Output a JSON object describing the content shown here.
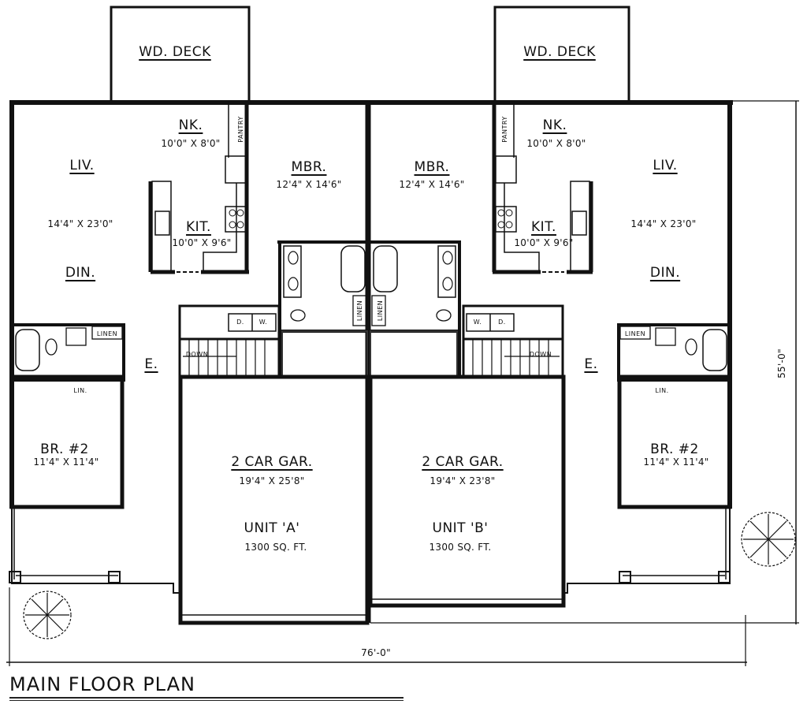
{
  "drawing": {
    "title": "MAIN FLOOR PLAN",
    "overall_width": "76'-0\"",
    "overall_depth": "55'-0\""
  },
  "unit_a": {
    "deck": "WD. DECK",
    "nook": {
      "name": "NK.",
      "size": "10'0\" X 8'0\""
    },
    "pantry": "PANTRY",
    "living": {
      "name": "LIV.",
      "size": "14'4\" X 23'0\""
    },
    "dining": "DIN.",
    "kitchen": {
      "name": "KIT.",
      "size": "10'0\" X 9'6\""
    },
    "master_bedroom": {
      "name": "MBR.",
      "size": "12'4\" X 14'6\""
    },
    "linen_master": "LINEN",
    "laundry": {
      "dryer": "D.",
      "washer": "W."
    },
    "stair": "DOWN",
    "entry": "E.",
    "linen_hall": "LINEN",
    "linen_small": "LIN.",
    "bedroom2": {
      "name": "BR. #2",
      "size": "11'4\" X 11'4\""
    },
    "garage": {
      "name": "2 CAR GAR.",
      "size": "19'4\" X 25'8\""
    },
    "unit": {
      "name": "UNIT 'A'",
      "area": "1300 SQ. FT."
    }
  },
  "unit_b": {
    "deck": "WD. DECK",
    "nook": {
      "name": "NK.",
      "size": "10'0\" X 8'0\""
    },
    "pantry": "PANTRY",
    "living": {
      "name": "LIV.",
      "size": "14'4\" X 23'0\""
    },
    "dining": "DIN.",
    "kitchen": {
      "name": "KIT.",
      "size": "10'0\" X 9'6\""
    },
    "master_bedroom": {
      "name": "MBR.",
      "size": "12'4\" X 14'6\""
    },
    "linen_master": "LINEN",
    "laundry": {
      "dryer": "D.",
      "washer": "W."
    },
    "stair": "DOWN",
    "entry": "E.",
    "linen_hall": "LINEN",
    "linen_small": "LIN.",
    "bedroom2": {
      "name": "BR. #2",
      "size": "11'4\" X 11'4\""
    },
    "garage": {
      "name": "2 CAR GAR.",
      "size": "19'4\" X 23'8\""
    },
    "unit": {
      "name": "UNIT 'B'",
      "area": "1300 SQ. FT."
    }
  }
}
